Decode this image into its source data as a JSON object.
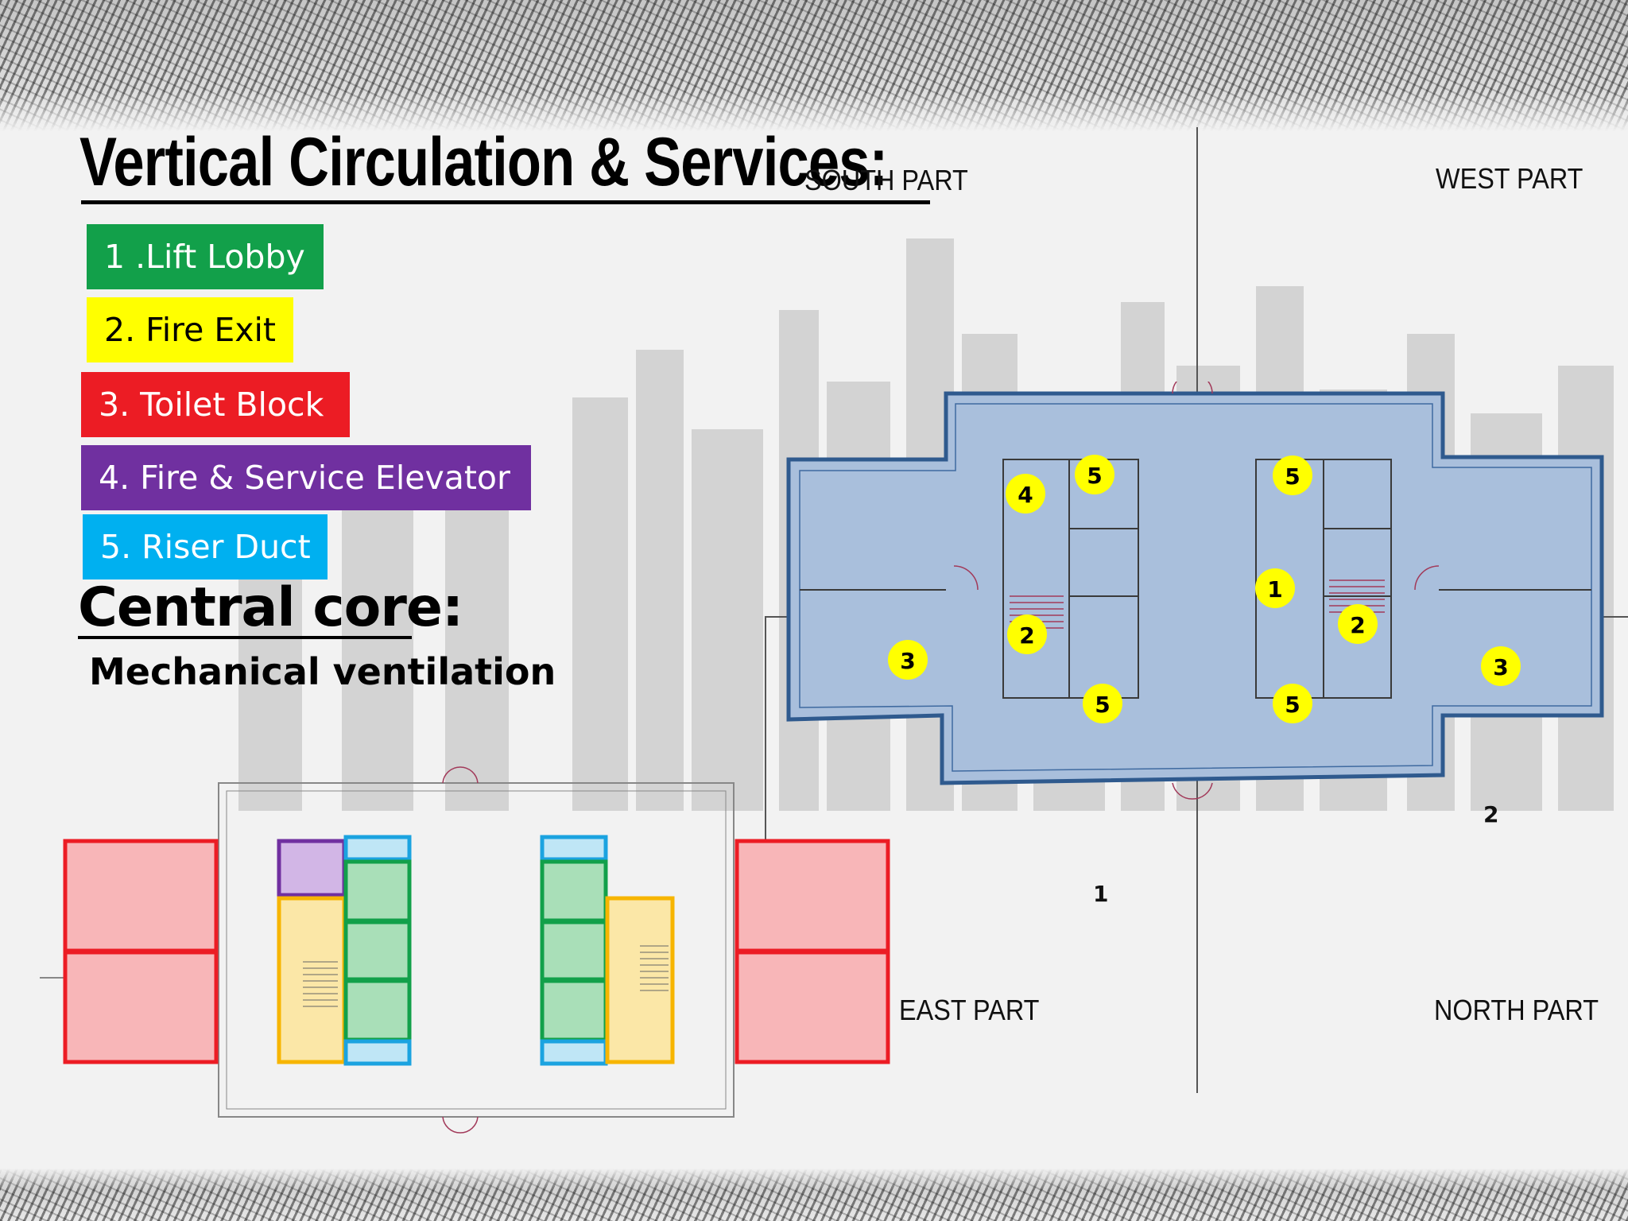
{
  "slide": {
    "title": "Vertical Circulation & Services:",
    "overlap_label": "SOUTH PART",
    "legend": [
      {
        "label": "1 .Lift Lobby",
        "color": "#12a04a"
      },
      {
        "label": "2. Fire Exit",
        "color": "#ffff00",
        "text_color": "#000000"
      },
      {
        "label": "3. Toilet Block",
        "color": "#ec1c24"
      },
      {
        "label": "4. Fire & Service Elevator",
        "color": "#7030a0"
      },
      {
        "label": "5. Riser Duct",
        "color": "#00b0f0"
      }
    ],
    "core_title": "Central core:",
    "core_subtitle": "Mechanical ventilation",
    "parts": {
      "west": "WEST PART",
      "east": "EAST PART",
      "north": "NORTH PART"
    },
    "quadrant_numbers": {
      "one": "1",
      "two": "2"
    },
    "plan_markers": [
      "1",
      "2",
      "2",
      "3",
      "3",
      "4",
      "5",
      "5",
      "5",
      "5"
    ]
  }
}
